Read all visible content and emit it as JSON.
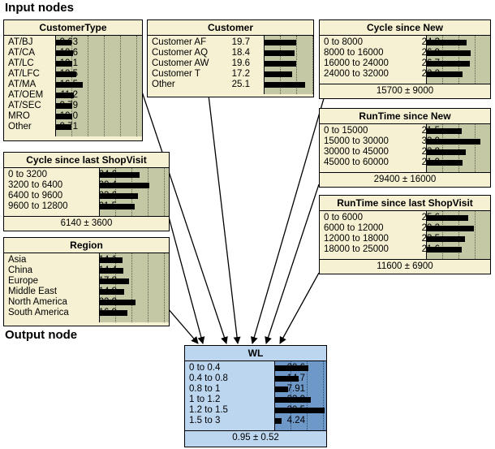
{
  "labels": {
    "input": "Input nodes",
    "output": "Output node"
  },
  "nodes": {
    "customertype": {
      "title": "CustomerType",
      "rows": [
        {
          "label": "AT/BJ",
          "value": "9.63",
          "p": 9.63
        },
        {
          "label": "AT/CA",
          "value": "10.6",
          "p": 10.6
        },
        {
          "label": "AT/LC",
          "value": "10.1",
          "p": 10.1
        },
        {
          "label": "AT/LFC",
          "value": "12.5",
          "p": 12.5
        },
        {
          "label": "AT/MA",
          "value": "16.5",
          "p": 16.5
        },
        {
          "label": "AT/OEM",
          "value": "11.2",
          "p": 11.2
        },
        {
          "label": "AT/SEC",
          "value": "9.79",
          "p": 9.79
        },
        {
          "label": "MRO",
          "value": "10.0",
          "p": 10.0
        },
        {
          "label": "Other",
          "value": "9.71",
          "p": 9.71
        }
      ]
    },
    "customer": {
      "title": "Customer",
      "rows": [
        {
          "label": "Customer AF",
          "value": "19.7",
          "p": 19.7
        },
        {
          "label": "Customer AQ",
          "value": "18.4",
          "p": 18.4
        },
        {
          "label": "Customer AW",
          "value": "19.6",
          "p": 19.6
        },
        {
          "label": "Customer T",
          "value": "17.2",
          "p": 17.2
        },
        {
          "label": "Other",
          "value": "25.1",
          "p": 25.1
        }
      ]
    },
    "cycle_new": {
      "title": "Cycle since New",
      "rows": [
        {
          "label": "0 to 8000",
          "value": "24.3",
          "p": 24.3
        },
        {
          "label": "8000 to 16000",
          "value": "26.9",
          "p": 26.9
        },
        {
          "label": "16000 to 24000",
          "value": "26.7",
          "p": 26.7
        },
        {
          "label": "24000 to 32000",
          "value": "22.2",
          "p": 22.2
        }
      ],
      "footer": "15700 ± 9000"
    },
    "cycle_shop": {
      "title": "Cycle since last ShopVisit",
      "rows": [
        {
          "label": "0 to 3200",
          "value": "24.6",
          "p": 24.6
        },
        {
          "label": "3200 to 6400",
          "value": "30.4",
          "p": 30.4
        },
        {
          "label": "6400 to 9600",
          "value": "23.6",
          "p": 23.6
        },
        {
          "label": "9600 to 12800",
          "value": "21.5",
          "p": 21.5
        }
      ],
      "footer": "6140 ± 3600"
    },
    "runtime_new": {
      "title": "RunTime since New",
      "rows": [
        {
          "label": "0 to 15000",
          "value": "21.5",
          "p": 21.5
        },
        {
          "label": "15000 to 30000",
          "value": "32.9",
          "p": 32.9
        },
        {
          "label": "30000 to 45000",
          "value": "23.8",
          "p": 23.8
        },
        {
          "label": "45000 to 60000",
          "value": "21.9",
          "p": 21.9
        }
      ],
      "footer": "29400 ± 16000"
    },
    "runtime_shop": {
      "title": "RunTime since last ShopVisit",
      "rows": [
        {
          "label": "0 to 6000",
          "value": "25.6",
          "p": 25.6
        },
        {
          "label": "6000 to 12000",
          "value": "29.2",
          "p": 29.2
        },
        {
          "label": "12000 to 18000",
          "value": "23.5",
          "p": 23.5
        },
        {
          "label": "18000 to 25000",
          "value": "21.6",
          "p": 21.6
        }
      ],
      "footer": "11600 ± 6900"
    },
    "region": {
      "title": "Region",
      "rows": [
        {
          "label": "Asia",
          "value": "14.1",
          "p": 14.1
        },
        {
          "label": "China",
          "value": "14.4",
          "p": 14.4
        },
        {
          "label": "Europe",
          "value": "17.8",
          "p": 17.8
        },
        {
          "label": "Middle East",
          "value": "14.8",
          "p": 14.8
        },
        {
          "label": "North America",
          "value": "22.0",
          "p": 22.0
        },
        {
          "label": "South America",
          "value": "16.9",
          "p": 16.9
        }
      ]
    },
    "wl": {
      "title": "WL",
      "rows": [
        {
          "label": "0 to 0.4",
          "value": "20.6",
          "p": 20.6
        },
        {
          "label": "0.4 to 0.8",
          "value": "14.7",
          "p": 14.7
        },
        {
          "label": "0.8 to 1",
          "value": "7.91",
          "p": 7.91
        },
        {
          "label": "1 to 1.2",
          "value": "22.0",
          "p": 22.0
        },
        {
          "label": "1.2 to 1.5",
          "value": "30.5",
          "p": 30.5
        },
        {
          "label": "1.5 to 3",
          "value": "4.24",
          "p": 4.24
        }
      ],
      "footer": "0.95 ± 0.52"
    }
  },
  "edges": [
    {
      "from": "customertype",
      "to": "wl"
    },
    {
      "from": "customer",
      "to": "wl"
    },
    {
      "from": "cycle_new",
      "to": "wl"
    },
    {
      "from": "cycle_shop",
      "to": "wl"
    },
    {
      "from": "runtime_new",
      "to": "wl"
    },
    {
      "from": "runtime_shop",
      "to": "wl"
    },
    {
      "from": "region",
      "to": "wl"
    }
  ]
}
